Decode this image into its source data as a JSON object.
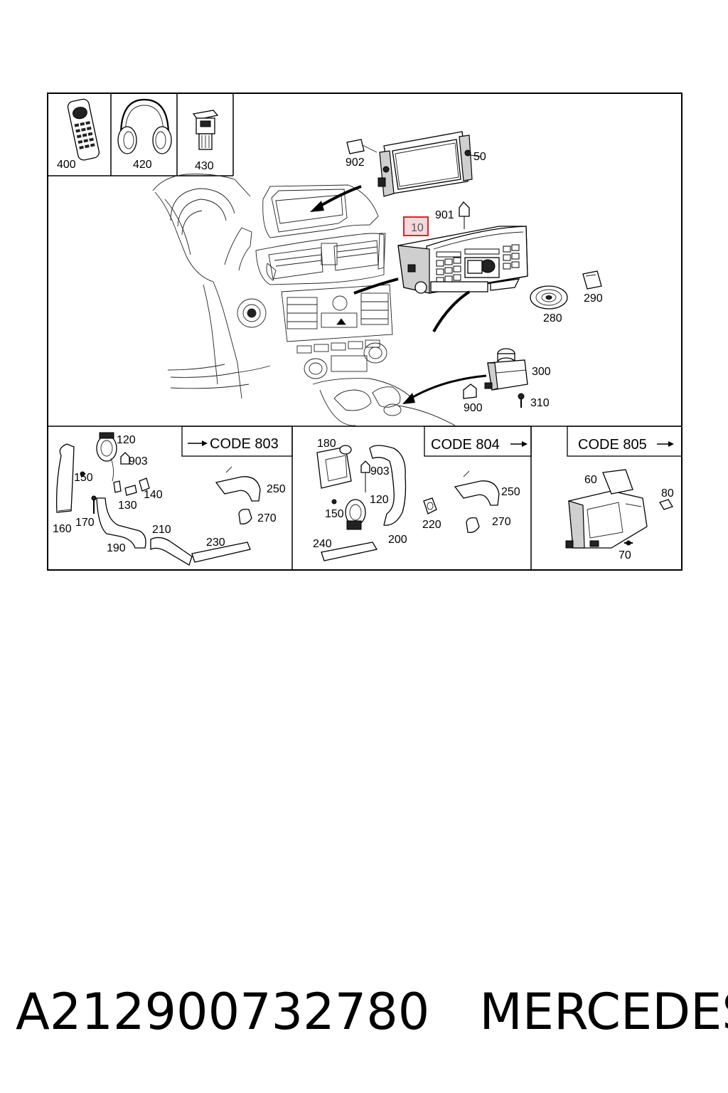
{
  "diagram": {
    "labels": {
      "c400": "400",
      "c420": "420",
      "c430": "430",
      "c902": "902",
      "c50": "50",
      "c901": "901",
      "c10": "10",
      "c290": "290",
      "c280": "280",
      "c300": "300",
      "c900": "900",
      "c310": "310",
      "p120": "120",
      "p903": "903",
      "p150": "150",
      "p140": "140",
      "p130": "130",
      "p160": "160",
      "p170": "170",
      "p210": "210",
      "p190": "190",
      "p230": "230",
      "p250": "250",
      "p270": "270",
      "q180": "180",
      "q903": "903",
      "q120": "120",
      "q150": "150",
      "q220": "220",
      "q200": "200",
      "q240": "240",
      "q250": "250",
      "q270": "270",
      "r60": "60",
      "r80": "80",
      "r70": "70"
    },
    "codes": {
      "code803": "CODE 803",
      "code804": "CODE 804",
      "code805": "CODE 805"
    }
  },
  "caption": {
    "part_number": "A212900732780",
    "brand": "MERCEDES"
  },
  "highlight_color": "#e4202a"
}
